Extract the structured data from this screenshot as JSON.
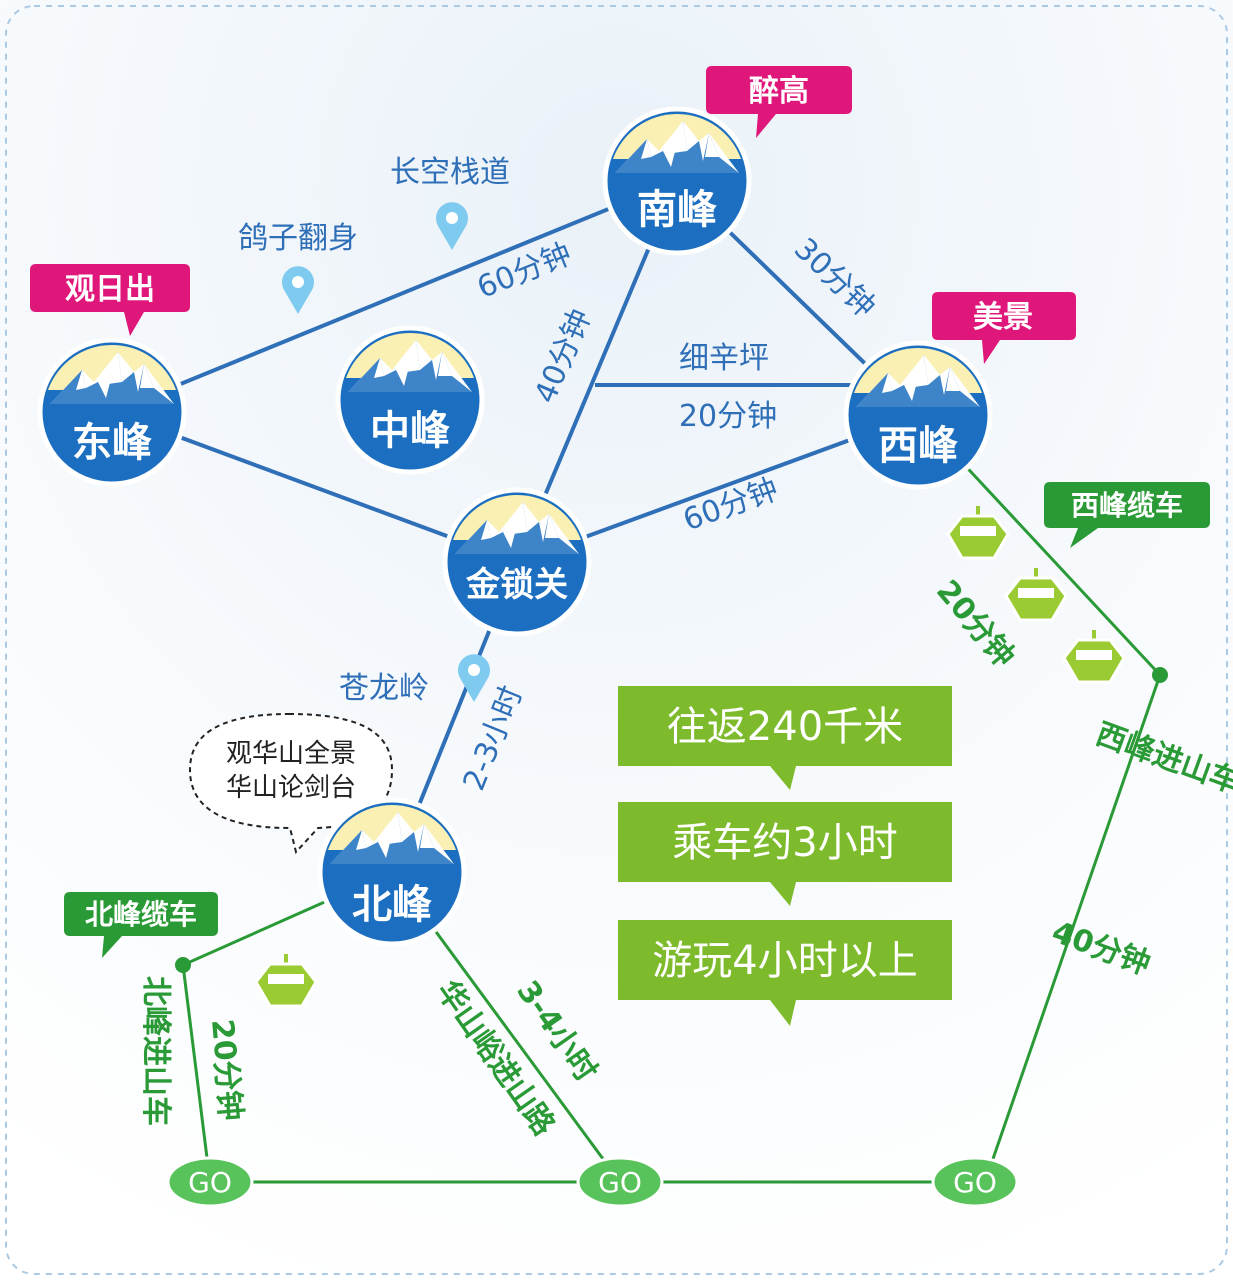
{
  "peaks": {
    "south": "南峰",
    "east": "东峰",
    "middle": "中峰",
    "west": "西峰",
    "jinsuo": "金锁关",
    "north": "北峰"
  },
  "tags": {
    "south": "醉高",
    "east": "观日出",
    "west": "美景"
  },
  "spots": {
    "changkong": "长空栈道",
    "yaozi": "鸽子翻身",
    "xixin": "细辛坪",
    "canglong": "苍龙岭"
  },
  "routes": {
    "east_south": "60分钟",
    "south_west": "30分钟",
    "south_jinsuo": "40分钟",
    "middle_west": "20分钟",
    "jinsuo_west": "60分钟",
    "jinsuo_north": "2-3小时"
  },
  "north_bubble": [
    "观华山全景",
    "华山论剑台"
  ],
  "cable": {
    "west_tag": "西峰缆车",
    "west_time": "20分钟",
    "west_bus": "西峰进山车",
    "west_bus_time": "40分钟",
    "north_tag": "北峰缆车",
    "north_bus": "北峰进山车",
    "north_bus_time": "20分钟",
    "trail": "华山峪进山路",
    "trail_time": "3-4小时"
  },
  "info": [
    "往返240千米",
    "乘车约3小时",
    "游玩4小时以上"
  ],
  "go": "GO",
  "colors": {
    "peak_blue": "#1c6fc0",
    "route_blue": "#2f6fb7",
    "route_green": "#2a9a36",
    "tag_pink": "#e0177a",
    "info_green": "#7dbb2c",
    "go_green": "#58c35a",
    "gondola": "#9acb32"
  }
}
